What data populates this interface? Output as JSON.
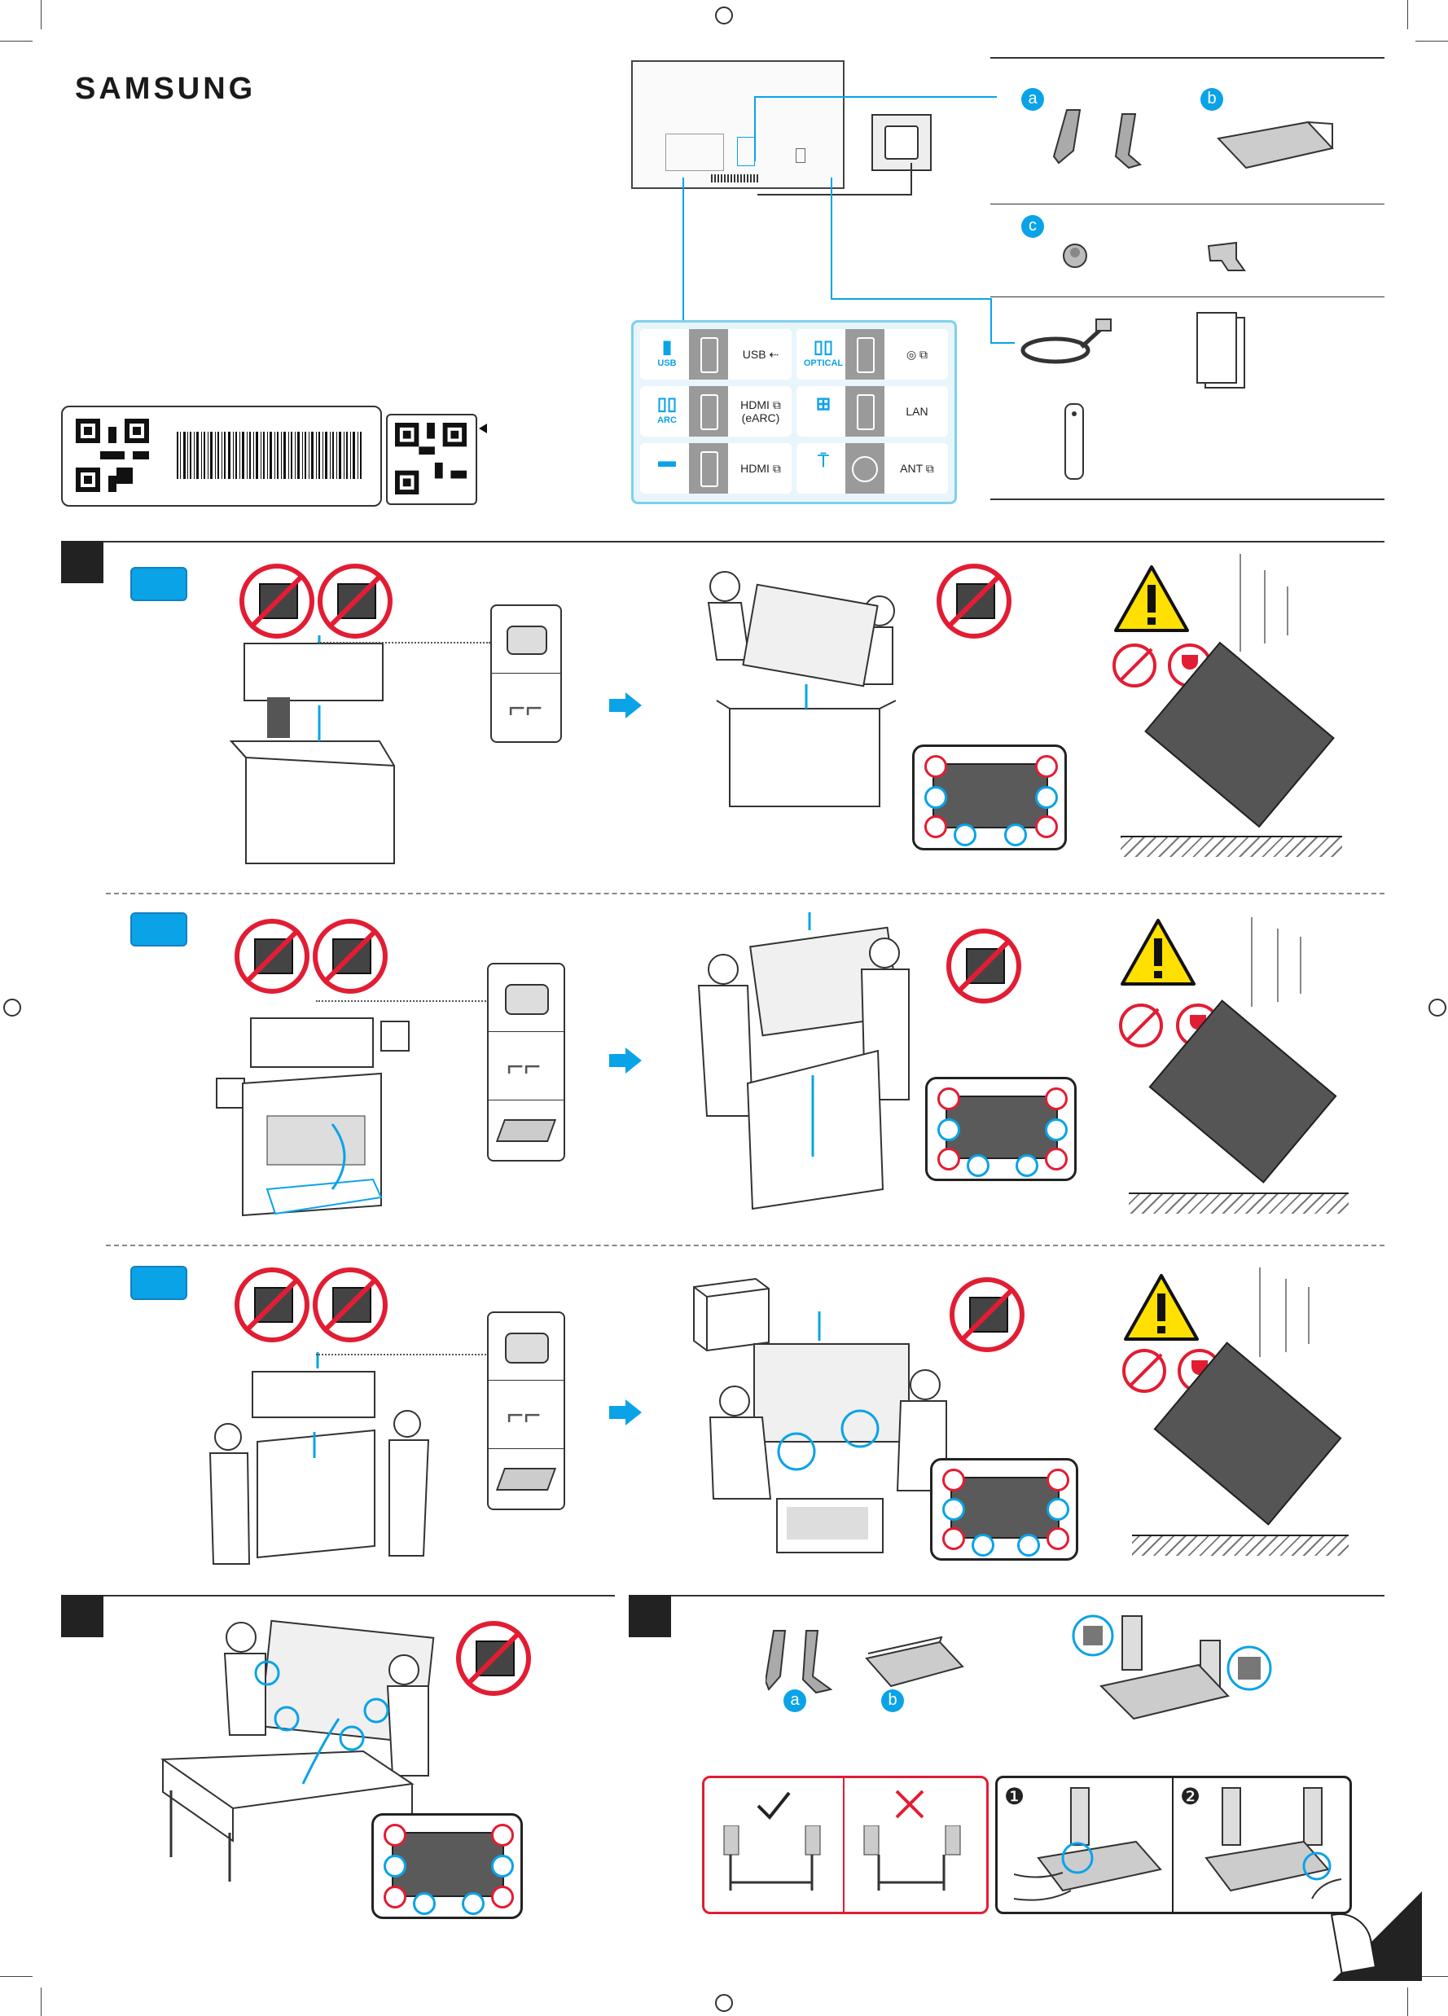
{
  "brand": "SAMSUNG",
  "ports": [
    {
      "icon_label": "USB",
      "port_label": "USB ⇠"
    },
    {
      "icon_label": "OPTICAL",
      "port_label": "◎ ⧉"
    },
    {
      "icon_label": "ARC",
      "port_label": "HDMI ⧉\n(eARC)"
    },
    {
      "icon_label": "",
      "port_label": "LAN"
    },
    {
      "icon_label": "",
      "port_label": "HDMI ⧉"
    },
    {
      "icon_label": "",
      "port_label": "ANT ⧉"
    }
  ],
  "accessories": {
    "a": "a",
    "b": "b",
    "c": "c"
  },
  "stand_labels": {
    "a": "a",
    "b": "b"
  },
  "assembly_steps": {
    "one": "❶",
    "two": "❷"
  },
  "colors": {
    "accent": "#0aa3e8",
    "warning": "#ffe000",
    "prohibit": "#e21d33"
  }
}
